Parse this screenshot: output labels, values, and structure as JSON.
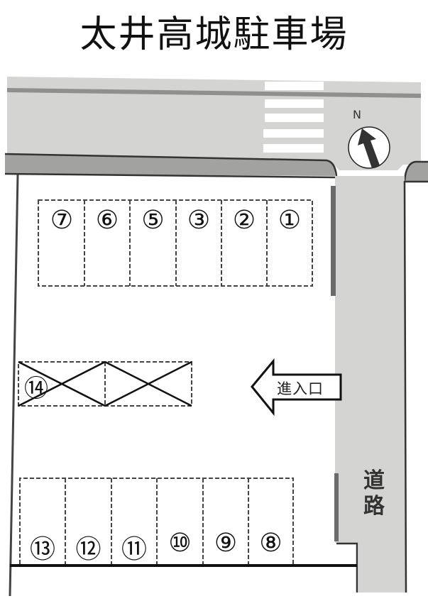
{
  "title": "太井高城駐車場",
  "compass": {
    "label": "N",
    "icon": "north-arrow-icon"
  },
  "entrance": {
    "label": "進入口",
    "icon": "arrow-left-icon"
  },
  "side_road": {
    "label_line1": "道",
    "label_line2": "路"
  },
  "colors": {
    "road": "#d4d4d2",
    "road_center_line": "#8f8f8d",
    "sidewalk": "#a2a2a0",
    "curb": "#3a3a3a",
    "wall": "#555555",
    "crosswalk": "#ffffff",
    "space_outline": "#444444",
    "boundary": "#111111"
  },
  "parking": {
    "top_row": [
      {
        "id": "7",
        "glyph": "⑦"
      },
      {
        "id": "6",
        "glyph": "⑥"
      },
      {
        "id": "5",
        "glyph": "⑤"
      },
      {
        "id": "3",
        "glyph": "③"
      },
      {
        "id": "2",
        "glyph": "②"
      },
      {
        "id": "1",
        "glyph": "①"
      }
    ],
    "middle_row": [
      {
        "id": "14",
        "glyph": "⑭",
        "status": "unavailable"
      },
      {
        "id": "",
        "glyph": "",
        "status": "unavailable"
      }
    ],
    "bottom_row": [
      {
        "id": "13",
        "glyph": "⑬"
      },
      {
        "id": "12",
        "glyph": "⑫"
      },
      {
        "id": "11",
        "glyph": "⑪"
      },
      {
        "id": "10",
        "glyph": "⑩"
      },
      {
        "id": "9",
        "glyph": "⑨"
      },
      {
        "id": "8",
        "glyph": "⑧"
      }
    ]
  }
}
